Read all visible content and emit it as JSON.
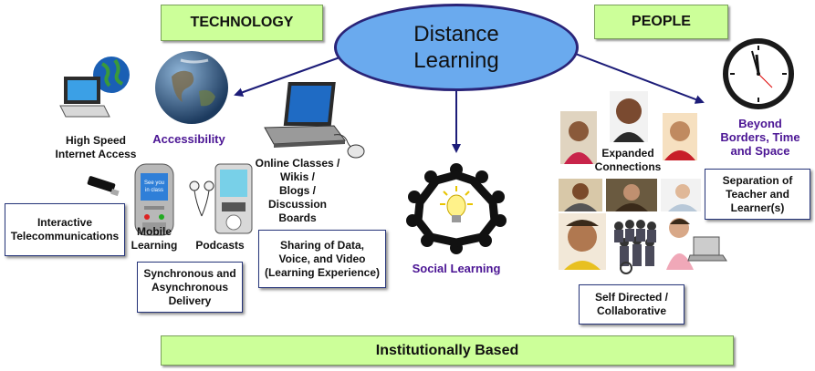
{
  "headers": {
    "technology": "TECHNOLOGY",
    "people": "PEOPLE",
    "institution": "Institutionally Based"
  },
  "center": {
    "title": "Distance\nLearning"
  },
  "technology": {
    "internet": "High Speed\nInternet Access",
    "accessibility": "Accessibility",
    "online": "Online Classes /\nWikis /\nBlogs /\nDiscussion\nBoards",
    "telecom": "Interactive\nTelecommunications",
    "mobile": "Mobile\nLearning",
    "podcasts": "Podcasts",
    "phone_screen": "See you\nin class",
    "sync": "Synchronous and\nAsynchronous\nDelivery",
    "sharing": "Sharing of Data,\nVoice, and Video\n(Learning Experience)"
  },
  "social": {
    "label": "Social Learning"
  },
  "people": {
    "expanded": "Expanded\nConnections",
    "beyond": "Beyond\nBorders, Time\nand Space",
    "separation": "Separation of\nTeacher and\nLearner(s)",
    "self_directed": "Self Directed /\nCollaborative"
  },
  "colors": {
    "header_fill": "#ccff99",
    "oval_fill": "#6aaaee",
    "arrow": "#1c1c78",
    "accent_text": "#4b1594"
  }
}
